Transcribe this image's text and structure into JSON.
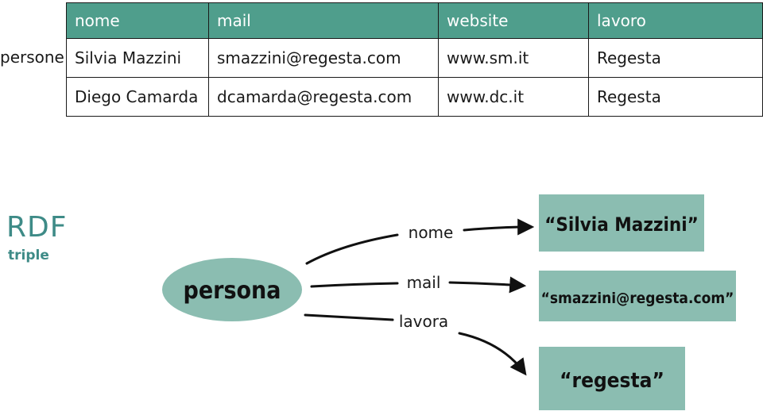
{
  "table": {
    "row_label": "persone",
    "headers": [
      "nome",
      "mail",
      "website",
      "lavoro"
    ],
    "rows": [
      [
        "Silvia Mazzini",
        "smazzini@regesta.com",
        "www.sm.it",
        "Regesta"
      ],
      [
        "Diego Camarda",
        "dcamarda@regesta.com",
        "www.dc.it",
        "Regesta"
      ]
    ]
  },
  "rdf": {
    "title": "RDF",
    "subtitle": "triple",
    "subject": "persona",
    "predicates": [
      "nome",
      "mail",
      "lavora"
    ],
    "objects": [
      "“Silvia Mazzini”",
      "“smazzini@regesta.com”",
      "“regesta”"
    ]
  },
  "colors": {
    "header_fill": "#4f9e8c",
    "node_fill": "#8bbdb1",
    "title_teal": "#3e8b87"
  }
}
